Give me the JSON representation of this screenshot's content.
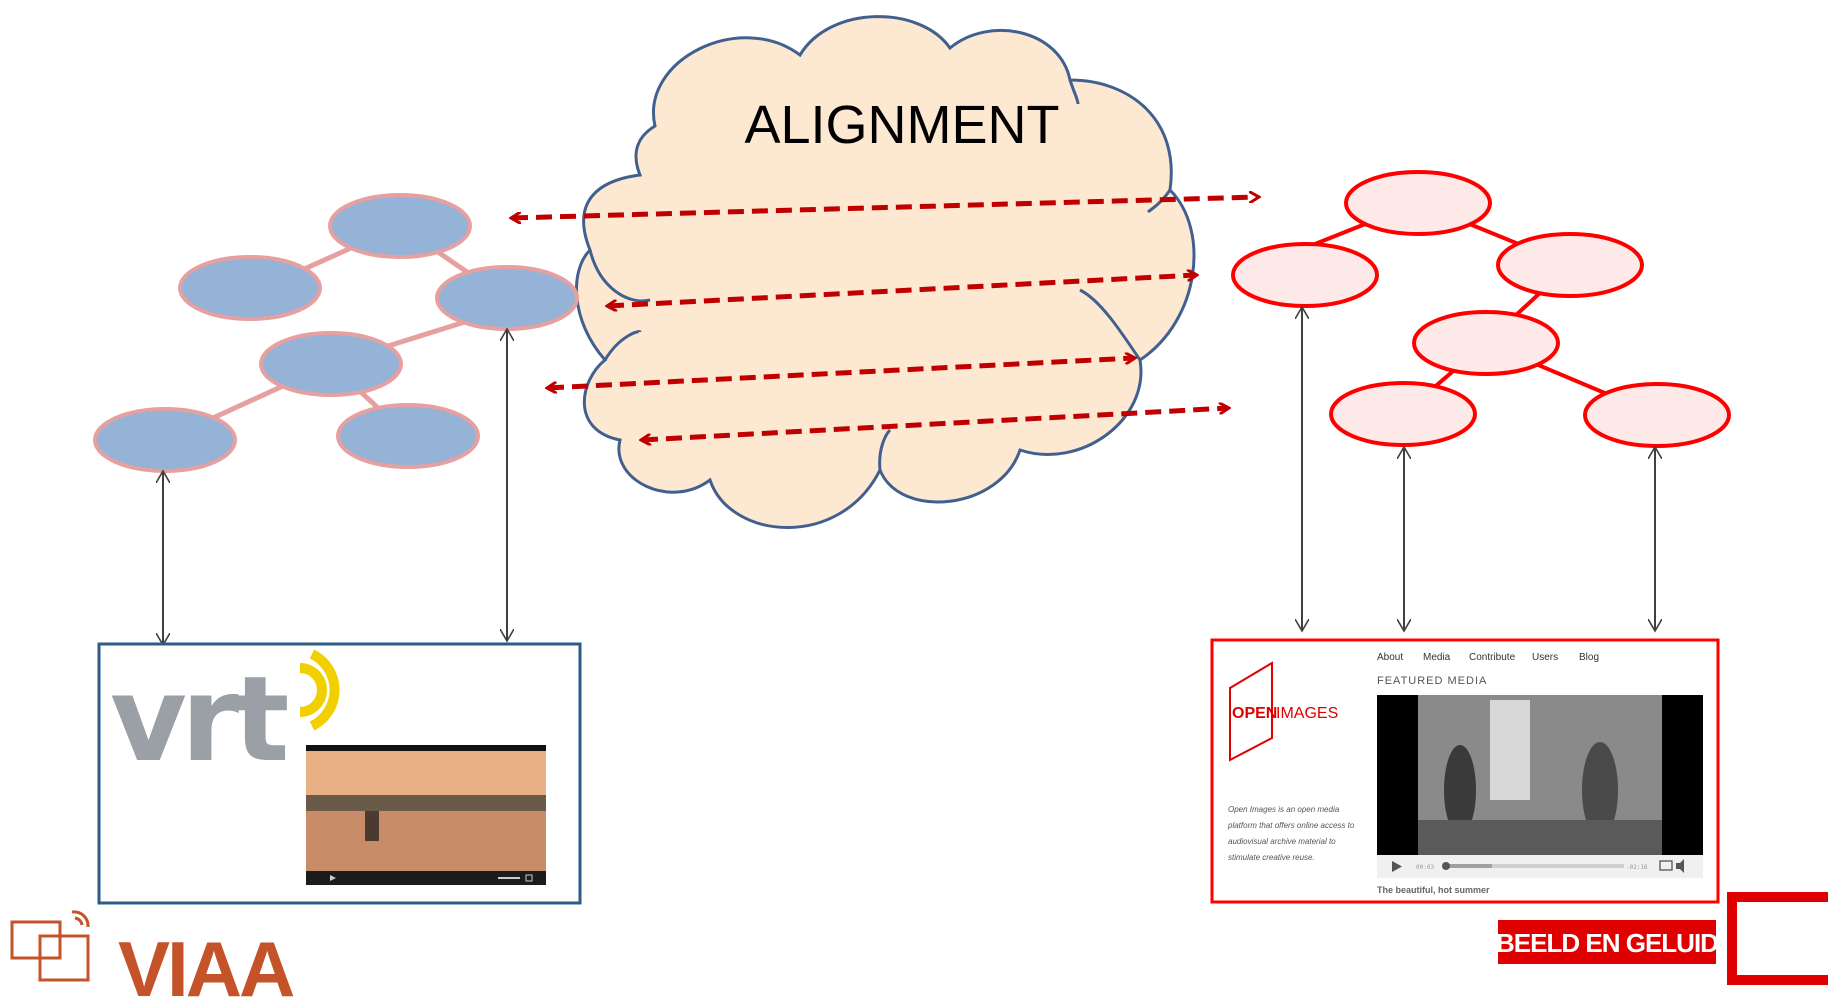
{
  "cloud": {
    "label": "ALIGNMENT"
  },
  "left_source": {
    "logo_text": "vrt"
  },
  "right_source": {
    "logo_text_bold": "OPEN",
    "logo_text_light": "IMAGES",
    "nav": [
      "About",
      "Media",
      "Contribute",
      "Users",
      "Blog"
    ],
    "featured_heading": "FEATURED MEDIA",
    "description_lines": [
      "Open Images is an open media",
      "platform that offers online access to",
      "audiovisual archive material to",
      "stimulate creative reuse."
    ],
    "video_caption": "The beautiful, hot summer",
    "player_time_start": "00:03",
    "player_time_end": "-02:16"
  },
  "bottom_left_logo": {
    "text": "VIAA"
  },
  "bottom_right_logo": {
    "text": "BEELD EN GELUID"
  },
  "colors": {
    "left_node_fill": "#95b3d7",
    "left_node_stroke": "#e6a0a0",
    "right_node_fill": "#fde9e7",
    "right_node_stroke": "#ff0000",
    "cloud_fill": "#fde9d2",
    "cloud_stroke": "#41608f",
    "mapping_arrow": "#c00000",
    "viaa_orange": "#c5532a"
  }
}
